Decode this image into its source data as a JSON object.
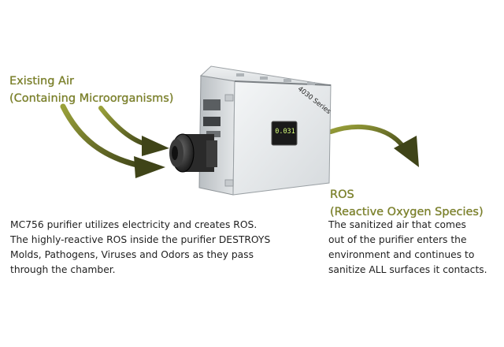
{
  "existing_air": {
    "line1": "Existing Air",
    "line2": "(Containing Microorganisms)"
  },
  "device": {
    "series_label": "4030 Series",
    "display_value": "0.031"
  },
  "ros": {
    "line1": "ROS",
    "line2": "(Reactive Oxygen Species)"
  },
  "left_paragraph": {
    "line1": "MC756 purifier utilizes electricity and creates ROS.",
    "line2": "The highly-reactive ROS inside the purifier DESTROYS",
    "line3": "Molds, Pathogens, Viruses and Odors as they pass",
    "line4": "through the chamber."
  },
  "right_paragraph": {
    "line1": "The sanitized air that comes",
    "line2": "out of the purifier enters the",
    "line3": "environment and continues to",
    "line4": "sanitize ALL surfaces it contacts."
  },
  "colors": {
    "accent_olive": "#7d8327",
    "text_dark": "#1f1f1f",
    "arrow_dark": "#3f4418"
  }
}
